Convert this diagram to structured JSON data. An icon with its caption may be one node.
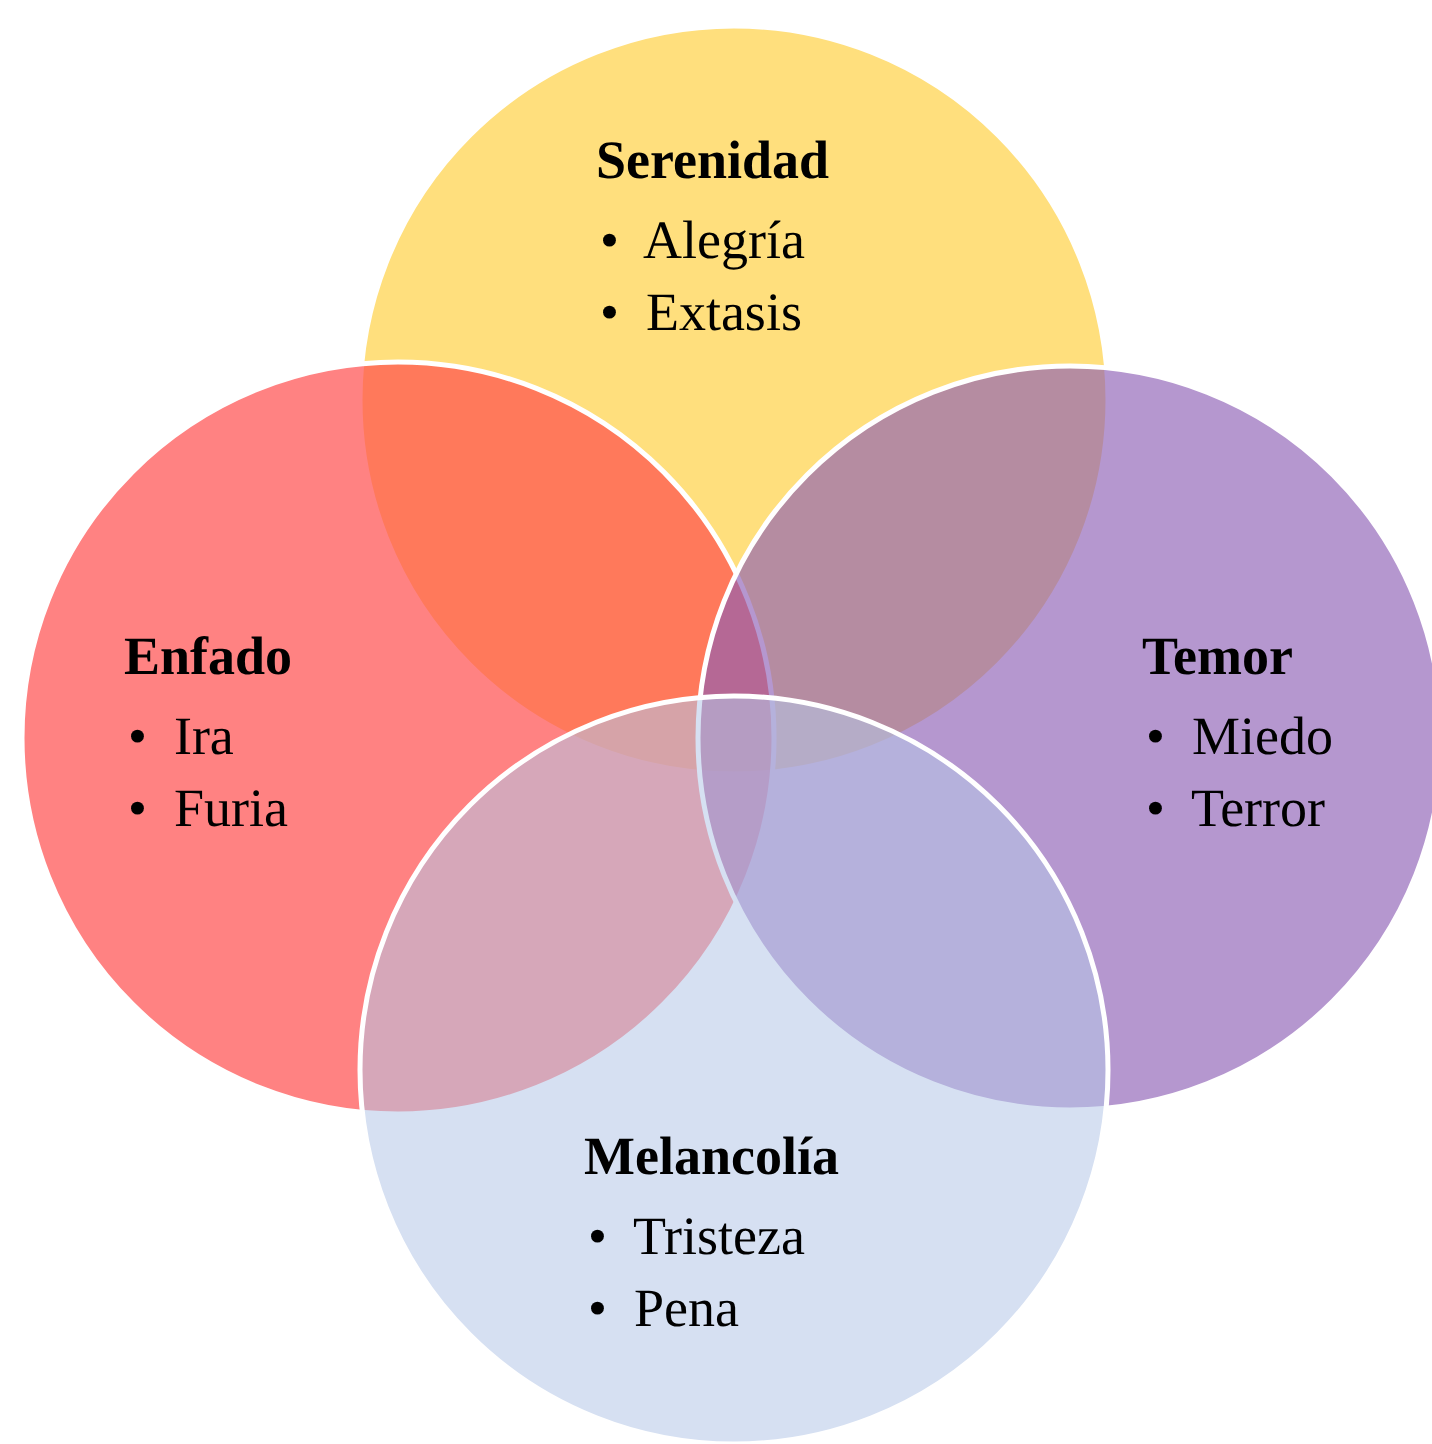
{
  "diagram": {
    "nodes": [
      {
        "text": [
          "Serenidad",
          "•  Alegría",
          "•  Extasis"
        ]
      },
      {
        "text": [
          "Enfado",
          "•  Ira",
          "•  Furia"
        ]
      },
      {
        "text": [
          "Temor",
          "•  Miedo",
          "•  Terror"
        ]
      },
      {
        "text": [
          "Melancolía",
          "•  Tristeza",
          "•  Pena"
        ]
      }
    ]
  }
}
